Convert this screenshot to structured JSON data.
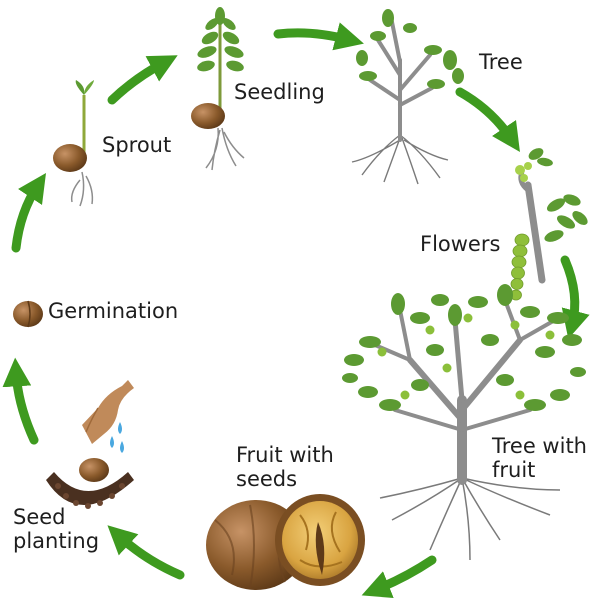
{
  "stages": {
    "sprout": "Sprout",
    "seedling": "Seedling",
    "tree": "Tree",
    "flowers": "Flowers",
    "tree_with_fruit": "Tree with fruit",
    "fruit_with_seeds": "Fruit with seeds",
    "seed_planting": "Seed planting",
    "germination": "Germination"
  },
  "colors": {
    "arrow": "#3e9a1f",
    "leaf": "#5c9a32",
    "trunk": "#8d8d8d",
    "root": "#7a7a7a",
    "walnut_shell": "#8a5a2b",
    "walnut_kernel": "#d9a441",
    "catkin": "#8fbf3a",
    "hand": "#c08a5a",
    "water": "#4aa8e0",
    "soil": "#4a3020"
  }
}
